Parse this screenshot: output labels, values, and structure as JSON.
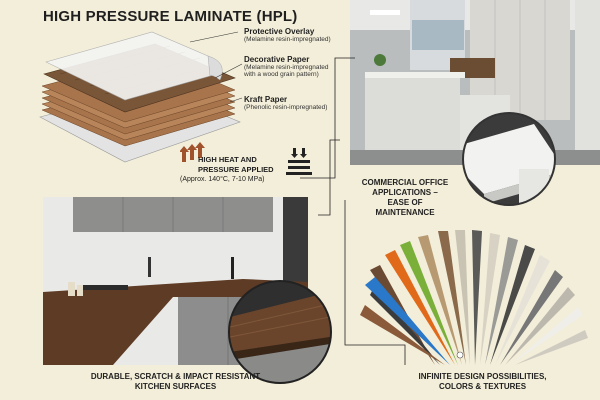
{
  "title": "HIGH PRESSURE LAMINATE (HPL)",
  "layers": [
    {
      "name": "Protective Overlay",
      "detail": "(Melamine resin-impregnated)"
    },
    {
      "name": "Decorative Paper",
      "detail_line1": "(Melamine resin-impregnated",
      "detail_line2": "with a wood grain pattern)"
    },
    {
      "name": "Kraft Paper",
      "detail": "(Phenolic resin-impregnated)"
    }
  ],
  "process": {
    "line1": "HIGH HEAT AND",
    "line2": "PRESSURE APPLIED",
    "line3": "(Approx. 140°C, 7-10 MPa)"
  },
  "captions": {
    "office_line1": "COMMERCIAL OFFICE",
    "office_line2": "APPLICATIONS –",
    "office_line3": "EASE OF MAINTENANCE",
    "kitchen_line1": "DURABLE, SCRATCH & IMPACT RESISTANT",
    "kitchen_line2": "KITCHEN SURFACES",
    "design_line1": "INFINITE DESIGN POSSIBILITIES,",
    "design_line2": "COLORS & TEXTURES"
  },
  "icons": {
    "heat": "heat-arrows-icon",
    "press": "press-icon"
  },
  "colors": {
    "background": "#f3eed9",
    "wood": "#7a5638",
    "kraft": "#b07d55",
    "office_wall": "#dcdcd8",
    "kitchen_counter": "#5d3b25",
    "swatch_blue": "#2a78c9",
    "swatch_orange": "#e06a1a",
    "swatch_green": "#7ab03a"
  }
}
